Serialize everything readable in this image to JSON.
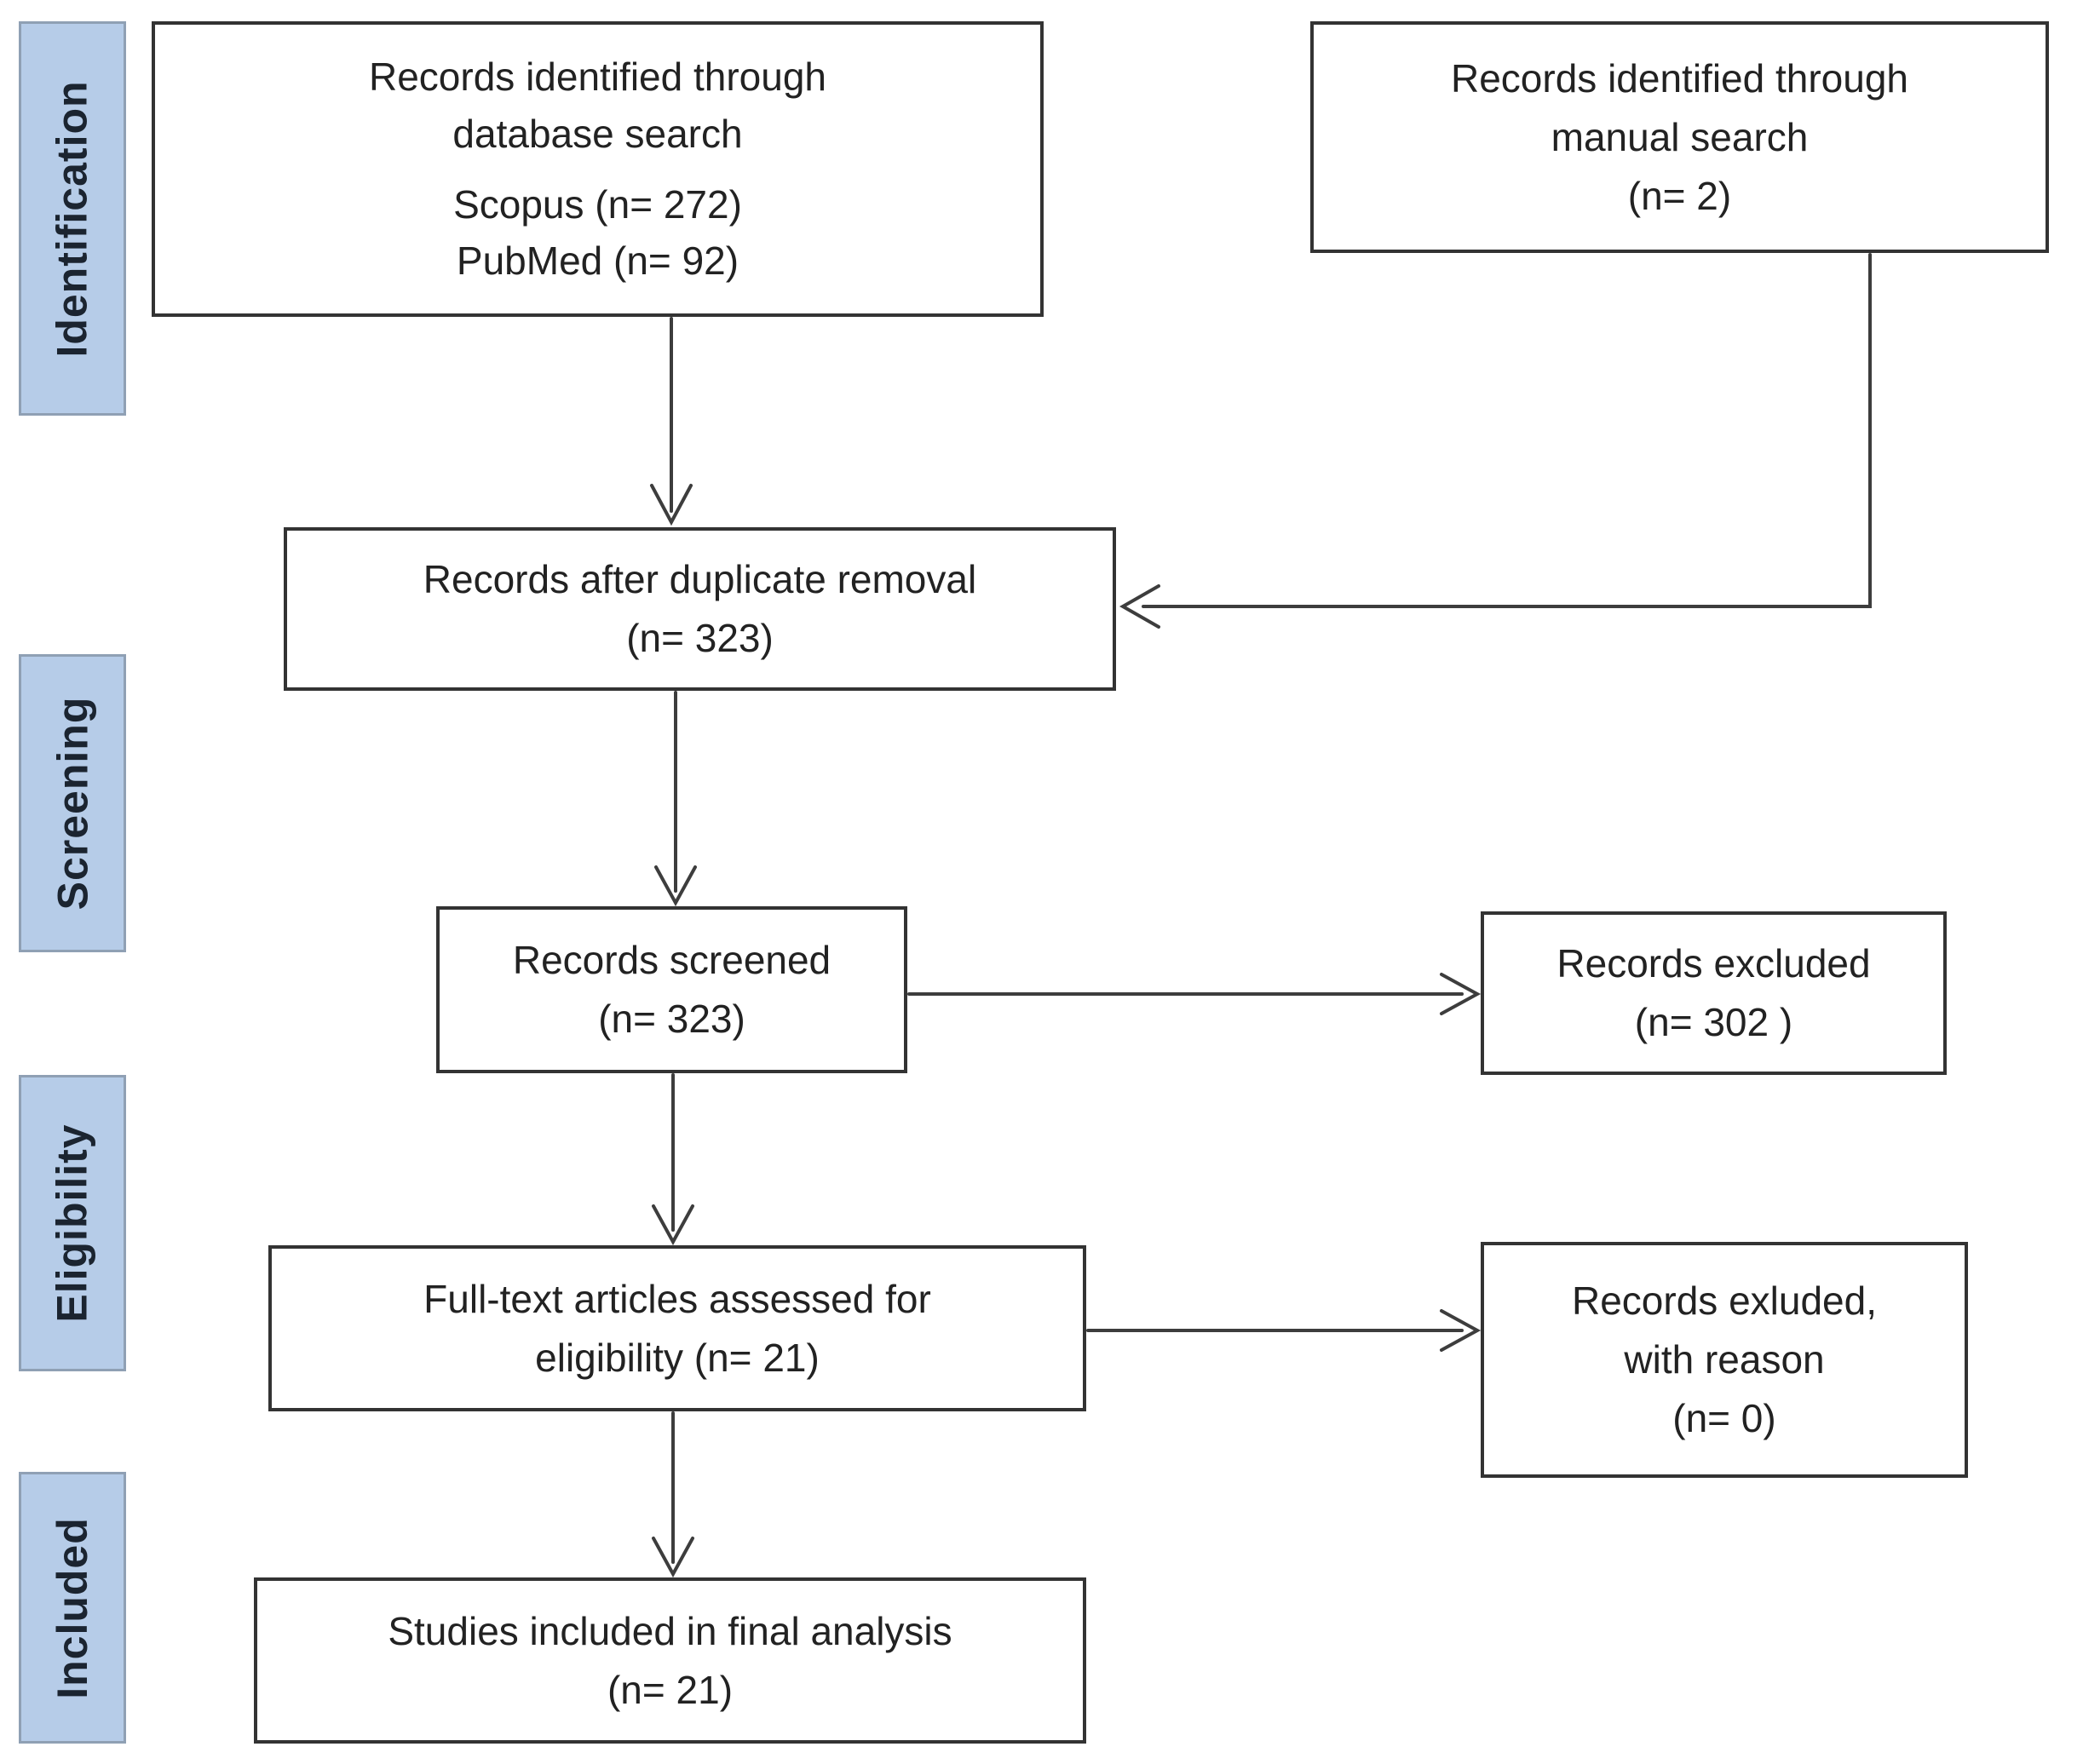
{
  "figure": {
    "type": "prisma-flow-diagram",
    "stages": [
      {
        "label": "Identification"
      },
      {
        "label": "Screening"
      },
      {
        "label": "Eligibility"
      },
      {
        "label": "Included"
      }
    ],
    "boxes": {
      "database_search": {
        "lines": [
          "Records identified through",
          "database search",
          "Scopus (n= 272)",
          "PubMed (n= 92)"
        ]
      },
      "manual_search": {
        "lines": [
          "Records identified through",
          "manual search",
          "(n= 2)"
        ]
      },
      "duplicate_removal": {
        "lines": [
          "Records after duplicate removal",
          "(n= 323)"
        ]
      },
      "records_screened": {
        "lines": [
          "Records screened",
          "(n= 323)"
        ]
      },
      "records_excluded": {
        "lines": [
          "Records excluded",
          "(n= 302 )"
        ]
      },
      "fulltext_assessed": {
        "lines": [
          "Full-text articles assessed for",
          "eligibility (n= 21)"
        ]
      },
      "excluded_with_reason": {
        "lines": [
          "Records exluded,",
          "with reason",
          "(n= 0)"
        ]
      },
      "included_final": {
        "lines": [
          "Studies included in final analysis",
          "(n= 21)"
        ]
      }
    },
    "colors": {
      "stage_fill": "#b6cce8",
      "stage_border": "#8fa0b4",
      "stage_text": "#1b2430",
      "box_border": "#333333",
      "box_text": "#222222",
      "arrow": "#3d3d3d",
      "background": "#ffffff"
    }
  }
}
